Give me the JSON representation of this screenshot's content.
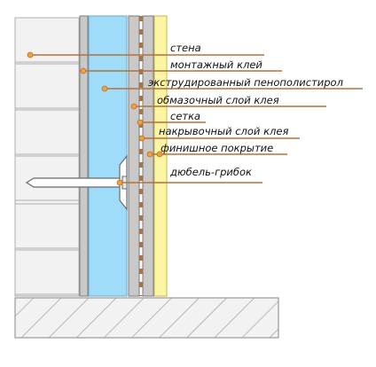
{
  "labels": [
    {
      "key": "wall",
      "text": "стена"
    },
    {
      "key": "mounting_glue",
      "text": "монтажный клей"
    },
    {
      "key": "xps",
      "text": "экструдированный пенополистирол"
    },
    {
      "key": "base_glue",
      "text": "обмазочный слой клея"
    },
    {
      "key": "mesh",
      "text": "сетка"
    },
    {
      "key": "cover_glue",
      "text": "накрывочный слой клея"
    },
    {
      "key": "finish",
      "text": "финишное покрытие"
    },
    {
      "key": "dowel",
      "text": "дюбель-грибок"
    }
  ],
  "colors": {
    "leader_line": "#b5703b",
    "leader_dot": "#f5a033",
    "insulation": "#9fdcf9",
    "finish": "#fcf5a3",
    "wall": "#f2f2f2",
    "glue": "#c9c9c9",
    "mesh_marks": "#b5703b"
  }
}
